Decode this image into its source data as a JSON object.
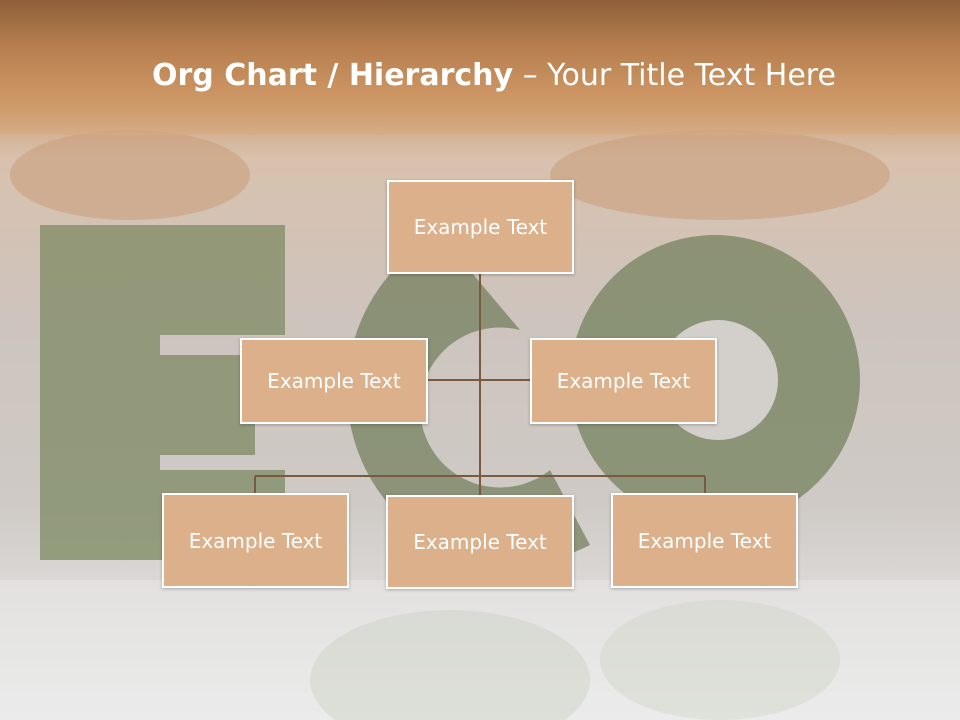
{
  "title": {
    "bold": "Org Chart / Hierarchy",
    "separator": " – ",
    "subtitle": "Your Title Text Here"
  },
  "diagram": {
    "root": "Example Text",
    "assistants": [
      "Example Text",
      "Example Text"
    ],
    "children": [
      "Example Text",
      "Example Text",
      "Example Text"
    ]
  },
  "colors": {
    "node_fill": "#dcb08a",
    "node_border": "#ffffff",
    "connector": "#7a5a3f",
    "title_band": "#b77f4f",
    "text": "#ffffff"
  }
}
